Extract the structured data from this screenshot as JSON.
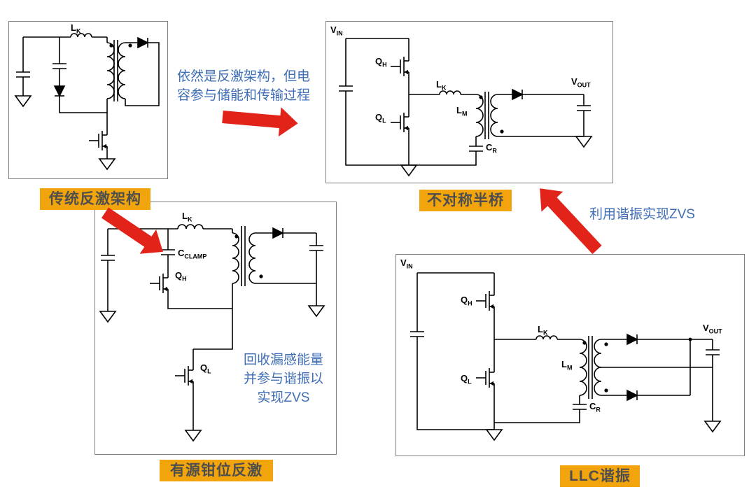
{
  "colors": {
    "arrow_red": "#e2231a",
    "note_blue": "#3f6eb5",
    "label_bg": "#f2a40c",
    "label_text": "#4e4e4e",
    "wire": "#000000",
    "box_border": "#7f7f7f"
  },
  "titles": {
    "flyback": "传统反激架构",
    "ahb": "不对称半桥",
    "acf": "有源钳位反激",
    "llc": "LLC谐振"
  },
  "notes": {
    "flyback_to_ahb": [
      "依然是反激架构，但电",
      "容参与储能和传输过程"
    ],
    "llc_to_ahb": "利用谐振实现ZVS",
    "acf": [
      "回收漏感能量",
      "并参与谐振以",
      "实现ZVS"
    ]
  },
  "parts": {
    "flyback": {
      "lk": {
        "main": "L",
        "sub": "K"
      }
    },
    "ahb": {
      "vin": {
        "main": "V",
        "sub": "IN"
      },
      "qh": {
        "main": "Q",
        "sub": "H"
      },
      "ql": {
        "main": "Q",
        "sub": "L"
      },
      "lk": {
        "main": "L",
        "sub": "K"
      },
      "lm": {
        "main": "L",
        "sub": "M"
      },
      "cr": {
        "main": "C",
        "sub": "R"
      },
      "vout": {
        "main": "V",
        "sub": "OUT"
      }
    },
    "acf": {
      "lk": {
        "main": "L",
        "sub": "K"
      },
      "cclamp": {
        "main": "C",
        "sub": "CLAMP"
      },
      "qh": {
        "main": "Q",
        "sub": "H"
      },
      "ql": {
        "main": "Q",
        "sub": "L"
      }
    },
    "llc": {
      "vin": {
        "main": "V",
        "sub": "IN"
      },
      "qh": {
        "main": "Q",
        "sub": "H"
      },
      "ql": {
        "main": "Q",
        "sub": "L"
      },
      "lk": {
        "main": "L",
        "sub": "K"
      },
      "lm": {
        "main": "L",
        "sub": "M"
      },
      "cr": {
        "main": "C",
        "sub": "R"
      },
      "vout": {
        "main": "V",
        "sub": "OUT"
      }
    }
  }
}
